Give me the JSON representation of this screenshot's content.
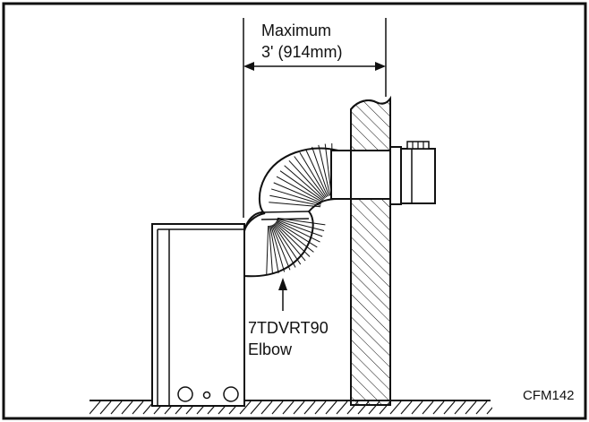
{
  "dimension": {
    "line1": "Maximum",
    "line2": "3' (914mm)"
  },
  "callout": {
    "line1": "7TDVRT90",
    "line2": "Elbow"
  },
  "figure_code": "CFM142",
  "colors": {
    "ink": "#111111",
    "paper": "#ffffff"
  }
}
